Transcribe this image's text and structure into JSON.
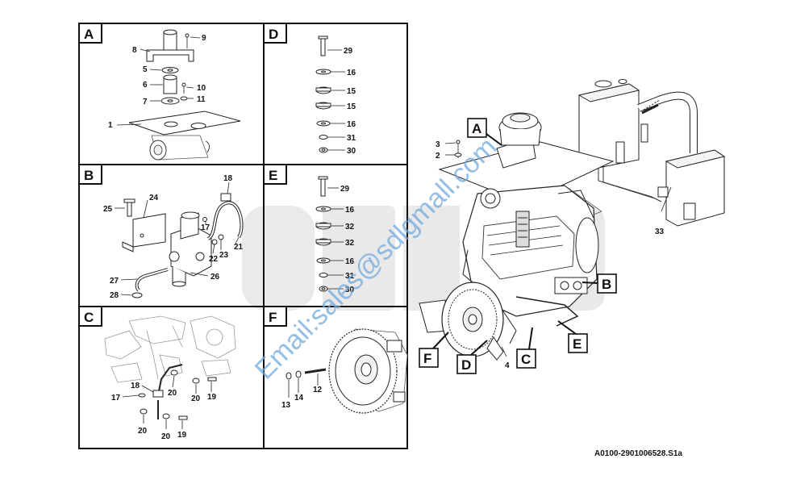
{
  "panels": [
    {
      "id": "A",
      "callouts": [
        "8",
        "9",
        "5",
        "6",
        "10",
        "7",
        "11",
        "1"
      ]
    },
    {
      "id": "D",
      "callouts": [
        "29",
        "16",
        "15",
        "15",
        "16",
        "31",
        "30"
      ]
    },
    {
      "id": "B",
      "callouts": [
        "18",
        "25",
        "24",
        "17",
        "21",
        "22",
        "23",
        "27",
        "26",
        "28"
      ]
    },
    {
      "id": "E",
      "callouts": [
        "29",
        "16",
        "32",
        "32",
        "16",
        "31",
        "30"
      ]
    },
    {
      "id": "C",
      "callouts": [
        "18",
        "20",
        "17",
        "20",
        "19",
        "20",
        "20",
        "19"
      ]
    },
    {
      "id": "F",
      "callouts": [
        "12",
        "14",
        "13"
      ]
    }
  ],
  "overview": {
    "view_labels": [
      "A",
      "B",
      "C",
      "D",
      "E",
      "F"
    ],
    "callouts": [
      "3",
      "2",
      "33",
      "4"
    ]
  },
  "watermark_logo": "SDLG",
  "watermark_email": "Email:sales@sdlgmall.com",
  "drawing_number": "A0100-2901006528.S1a"
}
